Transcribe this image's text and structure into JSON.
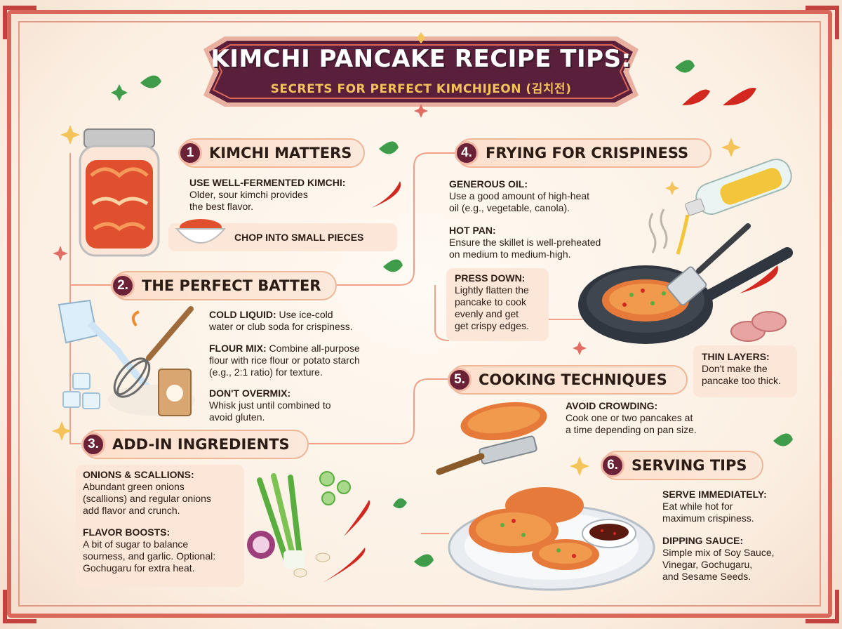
{
  "header": {
    "title": "KIMCHI PANCAKE RECIPE TIPS:",
    "subtitle": "SECRETS FOR PERFECT KIMCHIJEON (김치전)"
  },
  "sections": {
    "s1": {
      "num": "1",
      "title": "KIMCHI MATTERS",
      "tip1_head": "USE WELL-FERMENTED KIMCHI:",
      "tip1_line1": "Older, sour kimchi provides",
      "tip1_line2": "the best flavor.",
      "tip2": "CHOP INTO SMALL PIECES"
    },
    "s2": {
      "num": "2.",
      "title": "THE PERFECT BATTER",
      "tip1_head": "COLD LIQUID:",
      "tip1_rest": " Use ice-cold",
      "tip1_line2": "water or club soda for crispiness.",
      "tip2_head": "FLOUR MIX:",
      "tip2_rest": " Combine all-purpose",
      "tip2_line2": "flour with rice flour or potato starch",
      "tip2_line3": "(e.g., 2:1 ratio) for texture.",
      "tip3_head": "DON'T OVERMIX:",
      "tip3_line1": "Whisk just until combined to",
      "tip3_line2": "avoid gluten."
    },
    "s3": {
      "num": "3.",
      "title": "ADD-IN INGREDIENTS",
      "tip1_head": "ONIONS & SCALLIONS:",
      "tip1_line1": "Abundant green onions",
      "tip1_line2": "(scallions) and regular onions",
      "tip1_line3": "add flavor and crunch.",
      "tip2_head": "FLAVOR BOOSTS:",
      "tip2_line1": "A bit of sugar to balance",
      "tip2_line2": "sourness, and garlic. Optional:",
      "tip2_line3": "Gochugaru for extra heat."
    },
    "s4": {
      "num": "4.",
      "title": "FRYING FOR CRISPINESS",
      "tip1_head": "GENEROUS OIL:",
      "tip1_line1": "Use a good amount of high-heat",
      "tip1_line2": "oil (e.g., vegetable, canola).",
      "tip2_head": "HOT PAN:",
      "tip2_line1": "Ensure the skillet is well-preheated",
      "tip2_line2": "on medium to medium-high.",
      "tip3_head": "PRESS DOWN:",
      "tip3_line1": "Lightly flatten the",
      "tip3_line2": "pancake to cook",
      "tip3_line3": "evenly and get",
      "tip3_line4": "get crispy edges.",
      "tip4_head": "THIN LAYERS:",
      "tip4_line1": "Don't make the",
      "tip4_line2": "pancake too thick."
    },
    "s5": {
      "num": "5.",
      "title": "COOKING TECHNIQUES",
      "tip1_head": "AVOID CROWDING:",
      "tip1_line1": "Cook one or two pancakes at",
      "tip1_line2": "a time depending on pan size."
    },
    "s6": {
      "num": "6.",
      "title": "SERVING TIPS",
      "tip1_head": "SERVE IMMEDIATELY:",
      "tip1_line1": "Eat while hot for",
      "tip1_line2": "maximum crispiness.",
      "tip2_head": "DIPPING SAUCE:",
      "tip2_line1": "Simple mix of Soy Sauce,",
      "tip2_line2": "Vinegar, Gochugaru,",
      "tip2_line3": "and Sesame Seeds."
    }
  },
  "colors": {
    "frame": "#d9675a",
    "banner": "#5a1f3a",
    "badge": "#6b2236",
    "pill": "#fde0cc",
    "accent_gold": "#f4c35a"
  },
  "icons": [
    "kimchi-jar-icon",
    "kimchi-bowl-icon",
    "whisk-icon",
    "measuring-cup-icon",
    "flour-bag-icon",
    "ice-cubes-icon",
    "scallion-icon",
    "onion-icon",
    "chili-icon",
    "oil-bottle-icon",
    "frying-pan-icon",
    "spatula-icon",
    "pancake-icon",
    "plate-icon",
    "dipping-sauce-icon"
  ]
}
